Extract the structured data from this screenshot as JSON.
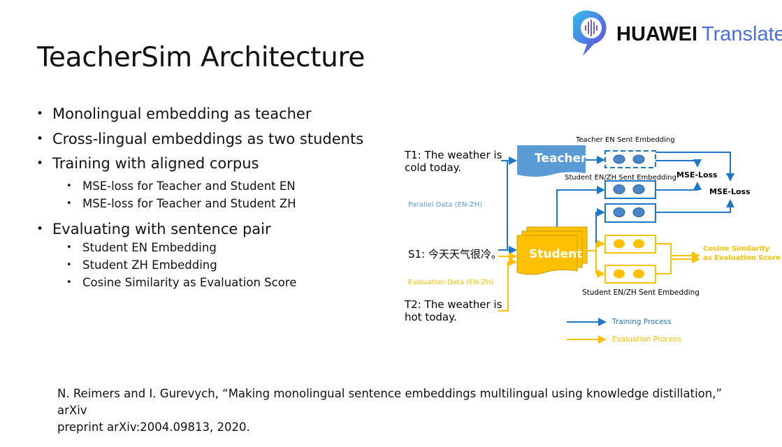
{
  "slide": {
    "title": "TeacherSim Architecture",
    "bullets": [
      {
        "text": "Monolingual embedding as teacher",
        "level": 1
      },
      {
        "text": "Cross-lingual embeddings as two students",
        "level": 1
      },
      {
        "text": "Training with aligned corpus",
        "level": 1
      },
      {
        "text": "MSE-loss for Teacher and Student EN",
        "level": 2
      },
      {
        "text": "MSE-loss for Teacher and Student ZH",
        "level": 2
      },
      {
        "text": "Evaluating with sentence pair",
        "level": 1
      },
      {
        "text": "Student EN Embedding",
        "level": 2
      },
      {
        "text": "Student ZH Embedding",
        "level": 2
      },
      {
        "text": "Cosine Similarity as Evaluation Score",
        "level": 2
      }
    ],
    "citation": {
      "line1": "N. Reimers and I. Gurevych, “Making monolingual sentence embeddings multilingual using knowledge distillation,” arXiv",
      "line2": "preprint arXiv:2004.09813, 2020."
    }
  },
  "logo": {
    "brand": "HUAWEI",
    "product": "Translate"
  },
  "diagram": {
    "t1_line1": "T1: The weather is",
    "t1_line2": "cold today.",
    "parallel_data": "Parallel Data (EN-ZH)",
    "s1": "S1: 今天天气很冷。",
    "evaluation_data": "Evaluation Data (EN-ZH)",
    "t2_line1": "T2: The weather is",
    "t2_line2": "hot today.",
    "teacher": "Teacher",
    "student": "Student",
    "teacher_embedding": "Teacher EN Sent Embedding",
    "student_embedding_top": "Student EN/ZH Sent Embedding",
    "student_embedding_bottom": "Student EN/ZH Sent Embedding",
    "mse_loss_1": "MSE-Loss",
    "mse_loss_2": "MSE-Loss",
    "cosine_line1": "Cosine Similarity",
    "cosine_line2": "as Evaluation Score",
    "legend_training": "Training Process",
    "legend_evaluation": "Evaluation Process",
    "colors": {
      "blue": "#1f77c8",
      "teacher_fill": "#5b9bd5",
      "yellow": "#ffc000",
      "emb_blue": "#4a86c8"
    }
  }
}
